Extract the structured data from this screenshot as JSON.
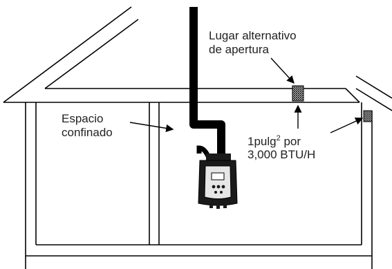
{
  "labels": {
    "alt_opening_line1": "Lugar alternativo",
    "alt_opening_line2": "de apertura",
    "confined_line1": "Espacio",
    "confined_line2": "confinado",
    "area_line1_a": "1pulg",
    "area_line1_sup": "2",
    "area_line1_b": " por",
    "area_line2": "3,000 BTU/H"
  },
  "colors": {
    "line": "#000000",
    "vent": "#111111",
    "heater_body": "#1a1a1a",
    "heater_panel": "#e6e6e6"
  }
}
